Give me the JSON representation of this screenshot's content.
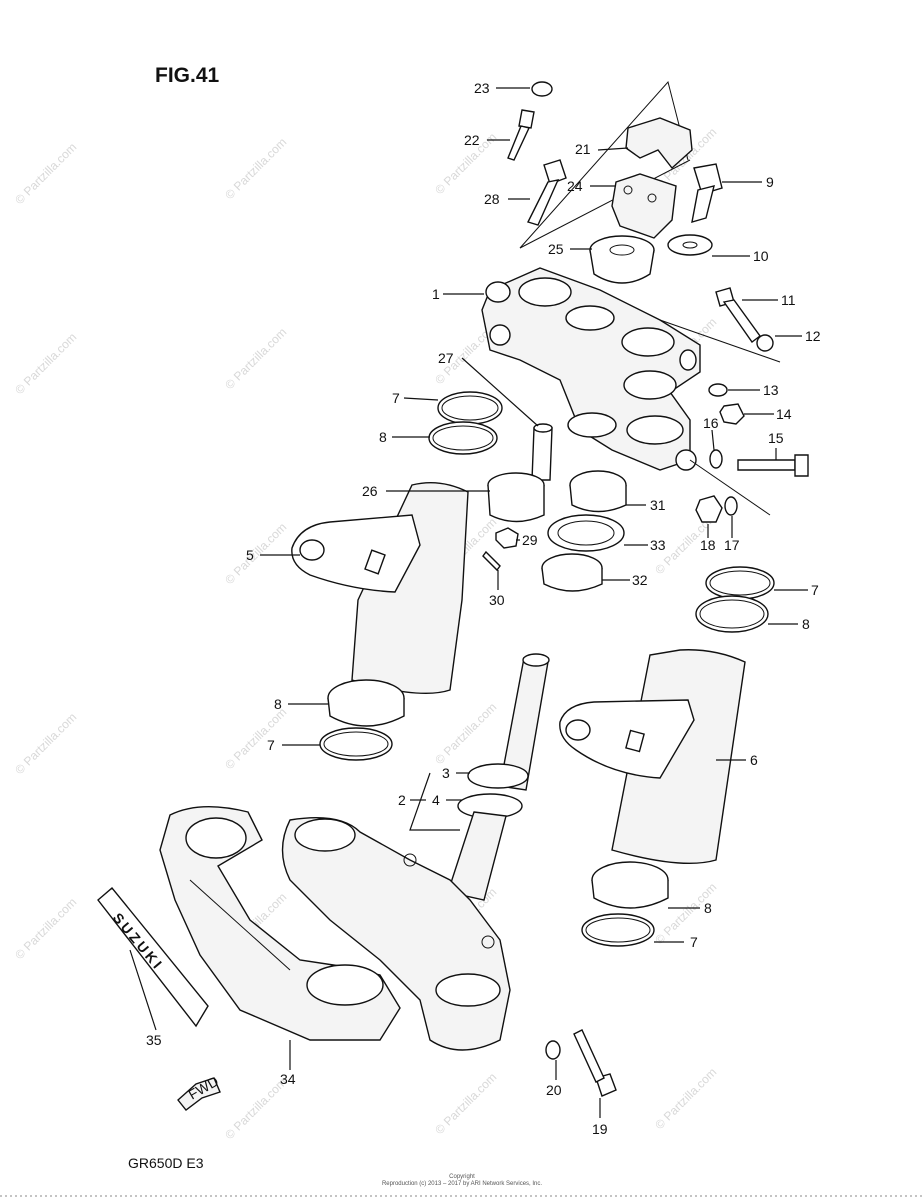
{
  "figure": {
    "title": "FIG.41",
    "model": "GR650D  E3",
    "watermark": "© Partzilla.com",
    "fwd_label": "FWD",
    "badge_text": "SUZUKI",
    "copyright_line1": "Copyright",
    "copyright_line2": "Reproduction (c) 2013 – 2017 by ARI Network Services, Inc."
  },
  "callouts": [
    {
      "id": "23",
      "text": "23"
    },
    {
      "id": "22",
      "text": "22"
    },
    {
      "id": "21",
      "text": "21"
    },
    {
      "id": "24",
      "text": "24"
    },
    {
      "id": "28",
      "text": "28"
    },
    {
      "id": "9",
      "text": "9"
    },
    {
      "id": "25",
      "text": "25"
    },
    {
      "id": "10",
      "text": "10"
    },
    {
      "id": "1",
      "text": "1"
    },
    {
      "id": "11",
      "text": "11"
    },
    {
      "id": "12",
      "text": "12"
    },
    {
      "id": "27",
      "text": "27"
    },
    {
      "id": "13",
      "text": "13"
    },
    {
      "id": "7a",
      "text": "7"
    },
    {
      "id": "14",
      "text": "14"
    },
    {
      "id": "8a",
      "text": "8"
    },
    {
      "id": "16",
      "text": "16"
    },
    {
      "id": "15",
      "text": "15"
    },
    {
      "id": "26",
      "text": "26"
    },
    {
      "id": "31",
      "text": "31"
    },
    {
      "id": "18",
      "text": "18"
    },
    {
      "id": "17",
      "text": "17"
    },
    {
      "id": "5",
      "text": "5"
    },
    {
      "id": "29",
      "text": "29"
    },
    {
      "id": "33",
      "text": "33"
    },
    {
      "id": "32",
      "text": "32"
    },
    {
      "id": "30",
      "text": "30"
    },
    {
      "id": "7b",
      "text": "7"
    },
    {
      "id": "8b",
      "text": "8"
    },
    {
      "id": "8c",
      "text": "8"
    },
    {
      "id": "7c",
      "text": "7"
    },
    {
      "id": "6",
      "text": "6"
    },
    {
      "id": "3",
      "text": "3"
    },
    {
      "id": "2",
      "text": "2"
    },
    {
      "id": "4",
      "text": "4"
    },
    {
      "id": "8d",
      "text": "8"
    },
    {
      "id": "7d",
      "text": "7"
    },
    {
      "id": "35",
      "text": "35"
    },
    {
      "id": "34",
      "text": "34"
    },
    {
      "id": "20",
      "text": "20"
    },
    {
      "id": "19",
      "text": "19"
    }
  ]
}
